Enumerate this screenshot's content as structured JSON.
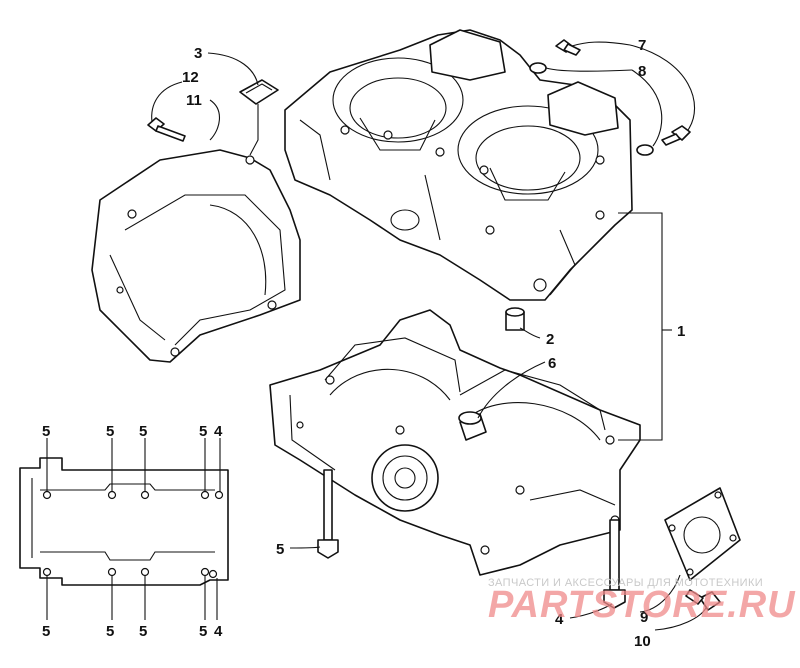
{
  "callouts": {
    "c1": "1",
    "c2": "2",
    "c3": "3",
    "c4a": "4",
    "c4b": "4",
    "c4c": "4",
    "c5a": "5",
    "c5b": "5",
    "c5c": "5",
    "c5d": "5",
    "c5e": "5",
    "c5f": "5",
    "c5g": "5",
    "c5h": "5",
    "c5i": "5",
    "c6": "6",
    "c7": "7",
    "c8": "8",
    "c9": "9",
    "c10": "10",
    "c11": "11",
    "c12": "12"
  },
  "watermark": {
    "caption": "ЗАПЧАСТИ И АКСЕССУАРЫ ДЛЯ МОТОТЕХНИКИ",
    "logo": "PARTSTORE.RU"
  },
  "colors": {
    "line": "#111111",
    "paper": "#ffffff",
    "watermark_logo": "#f08a8a",
    "watermark_caption": "#c9c9c9"
  }
}
